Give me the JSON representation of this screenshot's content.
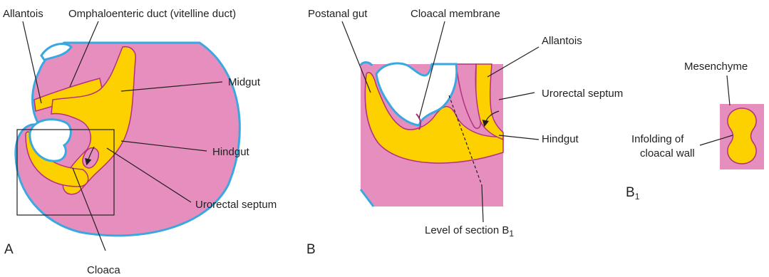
{
  "colors": {
    "tissue": "#e68fbf",
    "lumen": "#fdd000",
    "surface": "#3aa8e0",
    "outline": "#b33080",
    "text": "#231f20"
  },
  "panel_a": {
    "panel_letter": "A",
    "labels": {
      "allantois": "Allantois",
      "omphaloenteric_duct": "Omphaloenteric duct (vitelline duct)",
      "midgut": "Midgut",
      "hindgut": "Hindgut",
      "urorectal_septum": "Urorectal septum",
      "cloaca": "Cloaca"
    }
  },
  "panel_b": {
    "panel_letter": "B",
    "labels": {
      "postanal_gut": "Postanal gut",
      "cloacal_membrane": "Cloacal membrane",
      "allantois": "Allantois",
      "urorectal_septum": "Urorectal septum",
      "hindgut": "Hindgut",
      "level_of_section": "Level of section B",
      "level_of_section_sub": "1"
    }
  },
  "panel_b1": {
    "panel_letter": "B",
    "panel_letter_sub": "1",
    "labels": {
      "mesenchyme": "Mesenchyme",
      "infolding_line1": "Infolding of",
      "infolding_line2": "cloacal wall"
    }
  }
}
